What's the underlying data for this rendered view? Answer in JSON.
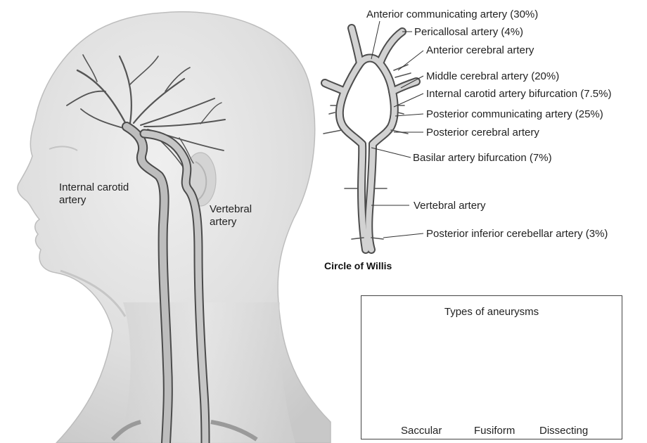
{
  "head_labels": {
    "internal_carotid": [
      "Internal carotid",
      "artery"
    ],
    "vertebral": [
      "Vertebral",
      "artery"
    ]
  },
  "circle_of_willis": {
    "title": "Circle of Willis",
    "labels": [
      "Anterior communicating artery (30%)",
      "Pericallosal artery (4%)",
      "Anterior cerebral artery",
      "Middle cerebral artery (20%)",
      "Internal carotid artery bifurcation (7.5%)",
      "Posterior communicating artery (25%)",
      "Posterior cerebral artery",
      "Basilar artery bifurcation (7%)",
      "Vertebral artery",
      "Posterior inferior cerebellar artery (3%)"
    ]
  },
  "aneurysm_types": {
    "title": "Types of aneurysms",
    "types": [
      "Saccular",
      "Fusiform",
      "Dissecting"
    ]
  },
  "colors": {
    "skin": "#dcdcdc",
    "skin_edge": "#b9b9b9",
    "artery_fill": "#bdbdbd",
    "artery_edge": "#4a4a4a",
    "line": "#333333"
  }
}
